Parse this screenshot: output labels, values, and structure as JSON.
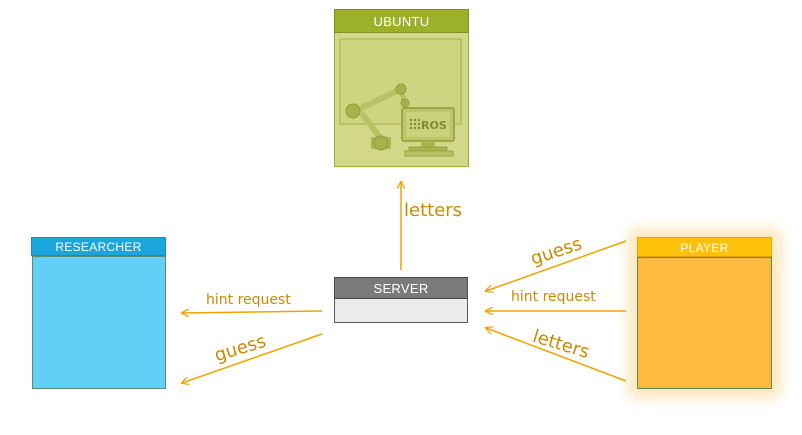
{
  "nodes": {
    "ubuntu": {
      "title": "UBUNTU",
      "screen_badge": "ROS"
    },
    "researcher": {
      "title": "RESEARCHER"
    },
    "player": {
      "title": "PLAYER"
    },
    "server": {
      "title": "SERVER"
    }
  },
  "edges": {
    "server_to_ubuntu": {
      "label": "letters"
    },
    "server_to_researcher_hint": {
      "label": "hint request"
    },
    "server_to_researcher_guess": {
      "label": "guess"
    },
    "player_to_server_guess": {
      "label": "guess"
    },
    "player_to_server_hint": {
      "label": "hint request"
    },
    "player_to_server_letters": {
      "label": "letters"
    }
  },
  "colors": {
    "arrow": "#f0a400",
    "label": "#c98a00",
    "ubuntu_header": "#9cb02a",
    "ubuntu_body": "#d2d888",
    "researcher_header": "#1aa6dc",
    "researcher_body": "#62cff6",
    "player_header": "#ffc10a",
    "player_body": "#ffb93c",
    "server_header": "#7a7a7a",
    "server_body": "#ebebeb"
  }
}
